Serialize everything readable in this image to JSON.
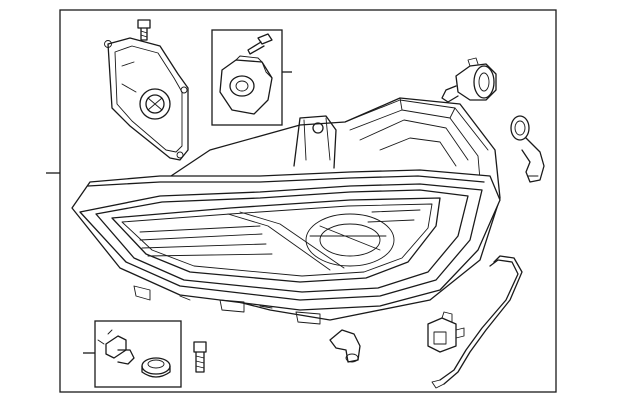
{
  "diagram": {
    "colors": {
      "line": "#1a1a1a",
      "background": "#ffffff"
    },
    "parts": [
      "headlamp-assembly",
      "top-cover",
      "cover-screw",
      "leveling-motor",
      "motor-screw",
      "bulb-socket",
      "connector-seal",
      "wiring-harness",
      "harness-clip",
      "elbow-grommet",
      "bracket-repair-kit",
      "repair-kit-bolt"
    ]
  }
}
